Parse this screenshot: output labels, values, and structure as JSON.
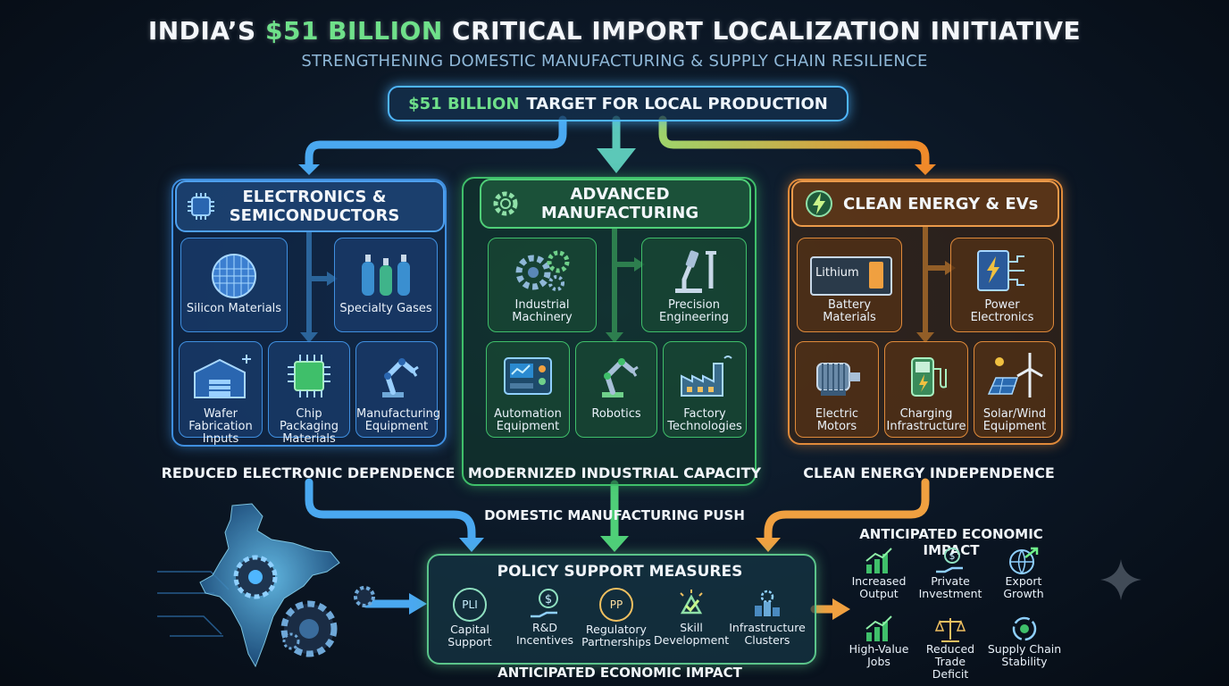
{
  "header": {
    "title_prefix": "INDIA’S",
    "title_highlight": "$51 BILLION",
    "title_suffix": "CRITICAL IMPORT LOCALIZATION INITIATIVE",
    "subtitle": "STRENGTHENING DOMESTIC MANUFACTURING & SUPPLY CHAIN RESILIENCE"
  },
  "target": {
    "highlight": "$51 BILLION",
    "text": "TARGET FOR LOCAL PRODUCTION"
  },
  "electronics": {
    "title_line1": "ELECTRONICS &",
    "title_line2": "SEMICONDUCTORS",
    "items": [
      {
        "label": "Silicon Materials",
        "icon": "wafer-icon"
      },
      {
        "label": "Specialty Gases",
        "icon": "gas-cylinders-icon"
      },
      {
        "label_line1": "Wafer Fabrication",
        "label_line2": "Inputs",
        "icon": "fab-building-icon"
      },
      {
        "label_line1": "Chip Packaging",
        "label_line2": "Materials",
        "icon": "chip-icon"
      },
      {
        "label_line1": "Manufacturing",
        "label_line2": "Equipment",
        "icon": "robot-arm-icon"
      }
    ],
    "outcome": "REDUCED ELECTRONIC DEPENDENCE"
  },
  "manufacturing": {
    "title_line1": "ADVANCED",
    "title_line2": "MANUFACTURING",
    "items": [
      {
        "label_line1": "Industrial",
        "label_line2": "Machinery",
        "icon": "gears-icon"
      },
      {
        "label_line1": "Precision",
        "label_line2": "Engineering",
        "icon": "microscope-icon"
      },
      {
        "label_line1": "Automation",
        "label_line2": "Equipment",
        "icon": "control-panel-icon"
      },
      {
        "label": "Robotics",
        "icon": "robot-arm-icon"
      },
      {
        "label_line1": "Factory",
        "label_line2": "Technologies",
        "icon": "factory-icon"
      }
    ],
    "outcome": "MODERNIZED INDUSTRIAL CAPACITY"
  },
  "energy": {
    "title": "CLEAN ENERGY & EVs",
    "items": [
      {
        "label_line1": "Battery",
        "label_line2": "Materials",
        "badge": "Lithium",
        "icon": "battery-icon"
      },
      {
        "label_line1": "Power",
        "label_line2": "Electronics",
        "icon": "power-module-icon"
      },
      {
        "label_line1": "Electric",
        "label_line2": "Motors",
        "icon": "motor-icon"
      },
      {
        "label_line1": "Charging",
        "label_line2": "Infrastructure",
        "icon": "charger-icon"
      },
      {
        "label_line1": "Solar/Wind",
        "label_line2": "Equipment",
        "icon": "solar-wind-icon"
      }
    ],
    "outcome": "CLEAN ENERGY INDEPENDENCE"
  },
  "push_label": "DOMESTIC MANUFACTURING PUSH",
  "policy": {
    "title": "POLICY SUPPORT MEASURES",
    "items": [
      {
        "line1": "Capital",
        "line2": "Support",
        "badge": "PLI"
      },
      {
        "line1": "R&D",
        "line2": "Incentives",
        "icon": "dollar-hand-icon"
      },
      {
        "line1": "Regulatory",
        "line2": "Partnerships",
        "badge": "PP"
      },
      {
        "line1": "Skill",
        "line2": "Development",
        "icon": "skill-icon"
      },
      {
        "line1": "Infrastructure",
        "line2": "Clusters",
        "icon": "cluster-icon"
      }
    ],
    "footer": "ANTICIPATED ECONOMIC IMPACT"
  },
  "impact": {
    "title": "ANTICIPATED ECONOMIC IMPACT",
    "items": [
      {
        "line1": "Increased",
        "line2": "Output",
        "icon": "bar-growth-icon"
      },
      {
        "line1": "Private",
        "line2": "Investment",
        "icon": "invest-hand-icon"
      },
      {
        "line1": "Export",
        "line2": "Growth",
        "icon": "globe-arrow-icon"
      },
      {
        "line1": "High-Value",
        "line2": "Jobs",
        "icon": "bar-growth-icon"
      },
      {
        "line1": "Reduced Trade",
        "line2": "Deficit",
        "icon": "scales-icon"
      },
      {
        "line1": "Supply Chain",
        "line2": "Stability",
        "icon": "cycle-icon"
      }
    ]
  },
  "colors": {
    "blue": "#3f8fe0",
    "green": "#3fbf6a",
    "orange": "#e08a3a",
    "highlight": "#6fe08a"
  }
}
